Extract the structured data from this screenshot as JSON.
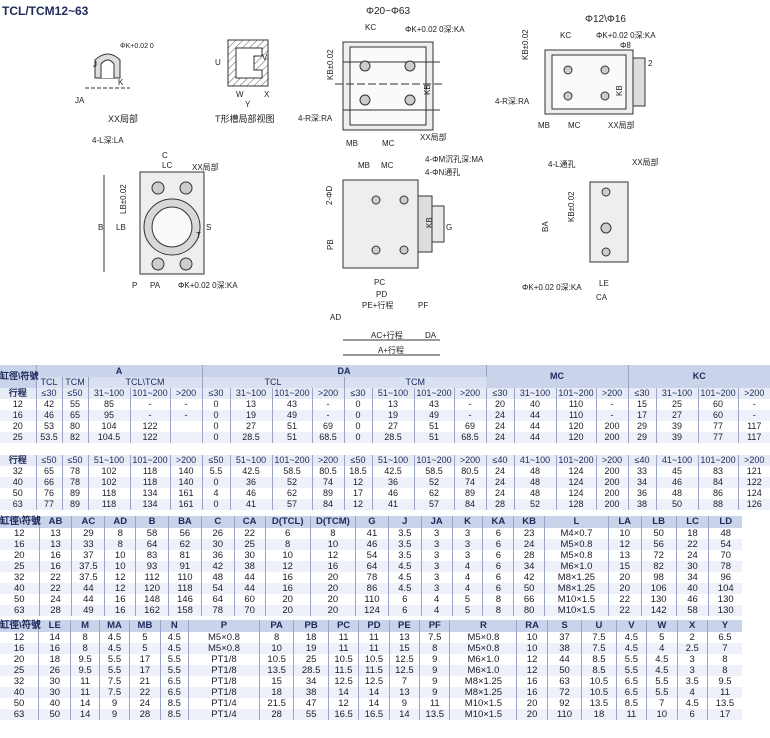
{
  "page_title": "TCL/TCM12~63",
  "drawings": {
    "xx_detail": {
      "label": "XX局部",
      "dims": [
        "J",
        "JA",
        "K",
        "ΦK+0.02 0"
      ]
    },
    "t_slot": {
      "label": "T形槽局部视图",
      "dims": [
        "U",
        "V",
        "W",
        "X",
        "Y"
      ]
    },
    "front_view": {
      "title": "Φ20~Φ63",
      "dims": [
        "KC",
        "ΦK+0.02 0深:KA",
        "KB±0.02",
        "KB",
        "4-R深:RA",
        "XX局部",
        "MB",
        "MC"
      ]
    },
    "small_front_view": {
      "title": "Φ12\\Φ16",
      "dims": [
        "KB±0.02",
        "KC",
        "ΦK+0.02 0深:KA",
        "Φ8",
        "2",
        "KB",
        "4-R深:RA",
        "XX局部",
        "MB",
        "MC"
      ]
    },
    "bottom_view": {
      "dims": [
        "4-L深:LA",
        "C",
        "LC",
        "XX局部",
        "B",
        "LB",
        "LB±0.02",
        "S",
        "T",
        "P",
        "PA",
        "ΦK+0.02 0深:KA"
      ]
    },
    "side_view": {
      "dims": [
        "MB",
        "MC",
        "4-ΦM沉孔深:MA",
        "4-ΦN通孔",
        "2-ΦD",
        "PB",
        "KB",
        "G",
        "PC",
        "PD",
        "PE+行程",
        "PF",
        "AD",
        "AC+行程",
        "DA",
        "A+行程"
      ]
    },
    "end_view": {
      "dims": [
        "4-L通孔",
        "XX局部",
        "BA",
        "KB±0.02",
        "LE",
        "CA",
        "ΦK+0.02 0深:KA"
      ]
    }
  },
  "table1": {
    "header_row1": [
      "缸徑\\符號",
      "A",
      "DA",
      "MC",
      "KC"
    ],
    "header_row2": [
      "",
      "TCL",
      "TCM",
      "TCL\\TCM",
      "TCL",
      "TCM"
    ],
    "header_row3": [
      "行程",
      "≤30",
      "≤50",
      "31~100",
      "101~200",
      ">200",
      "≤30",
      "31~100",
      "101~200",
      ">200",
      "≤30",
      "51~100",
      "101~200",
      ">200",
      "≤30",
      "31~100",
      "101~200",
      ">200",
      "≤30",
      "31~100",
      "101~200",
      ">200"
    ],
    "rows": [
      [
        "12",
        "42",
        "55",
        "85",
        "-",
        "-",
        "0",
        "13",
        "43",
        "-",
        "0",
        "13",
        "43",
        "-",
        "20",
        "40",
        "110",
        "-",
        "15",
        "25",
        "60",
        "-"
      ],
      [
        "16",
        "46",
        "65",
        "95",
        "-",
        "-",
        "0",
        "19",
        "49",
        "-",
        "0",
        "19",
        "49",
        "-",
        "24",
        "44",
        "110",
        "-",
        "17",
        "27",
        "60",
        "-"
      ],
      [
        "20",
        "53",
        "80",
        "104",
        "122",
        "",
        "0",
        "27",
        "51",
        "69",
        "0",
        "27",
        "51",
        "69",
        "24",
        "44",
        "120",
        "200",
        "29",
        "39",
        "77",
        "117"
      ],
      [
        "25",
        "53.5",
        "82",
        "104.5",
        "122",
        "",
        "0",
        "28.5",
        "51",
        "68.5",
        "0",
        "28.5",
        "51",
        "68.5",
        "24",
        "44",
        "120",
        "200",
        "29",
        "39",
        "77",
        "117"
      ]
    ]
  },
  "table2": {
    "header_row": [
      "行程",
      "≤50",
      "≤50",
      "51~100",
      "101~200",
      ">200",
      "≤50",
      "51~100",
      "101~200",
      ">200",
      "≤50",
      "51~100",
      "101~200",
      ">200",
      "≤40",
      "41~100",
      "101~200",
      ">200",
      "≤40",
      "41~100",
      "101~200",
      ">200"
    ],
    "rows": [
      [
        "32",
        "65",
        "78",
        "102",
        "118",
        "140",
        "5.5",
        "42.5",
        "58.5",
        "80.5",
        "18.5",
        "42.5",
        "58.5",
        "80.5",
        "24",
        "48",
        "124",
        "200",
        "33",
        "45",
        "83",
        "121"
      ],
      [
        "40",
        "66",
        "78",
        "102",
        "118",
        "140",
        "0",
        "36",
        "52",
        "74",
        "12",
        "36",
        "52",
        "74",
        "24",
        "48",
        "124",
        "200",
        "34",
        "46",
        "84",
        "122"
      ],
      [
        "50",
        "76",
        "89",
        "118",
        "134",
        "161",
        "4",
        "46",
        "62",
        "89",
        "17",
        "46",
        "62",
        "89",
        "24",
        "48",
        "124",
        "200",
        "36",
        "48",
        "86",
        "124"
      ],
      [
        "63",
        "77",
        "89",
        "118",
        "134",
        "161",
        "0",
        "41",
        "57",
        "84",
        "12",
        "41",
        "57",
        "84",
        "28",
        "52",
        "128",
        "200",
        "38",
        "50",
        "88",
        "126"
      ]
    ]
  },
  "table3": {
    "header": [
      "缸徑\\符號",
      "AB",
      "AC",
      "AD",
      "B",
      "BA",
      "C",
      "CA",
      "D(TCL)",
      "D(TCM)",
      "G",
      "J",
      "JA",
      "K",
      "KA",
      "KB",
      "L",
      "LA",
      "LB",
      "LC",
      "LD"
    ],
    "rows": [
      [
        "12",
        "13",
        "29",
        "8",
        "58",
        "56",
        "26",
        "22",
        "6",
        "8",
        "41",
        "3.5",
        "3",
        "3",
        "6",
        "23",
        "M4×0.7",
        "10",
        "50",
        "18",
        "48"
      ],
      [
        "16",
        "13",
        "33",
        "8",
        "64",
        "62",
        "30",
        "25",
        "8",
        "10",
        "46",
        "3.5",
        "3",
        "3",
        "6",
        "24",
        "M5×0.8",
        "12",
        "56",
        "22",
        "54"
      ],
      [
        "20",
        "16",
        "37",
        "10",
        "83",
        "81",
        "36",
        "30",
        "10",
        "12",
        "54",
        "3.5",
        "3",
        "3",
        "6",
        "28",
        "M5×0.8",
        "13",
        "72",
        "24",
        "70"
      ],
      [
        "25",
        "16",
        "37.5",
        "10",
        "93",
        "91",
        "42",
        "38",
        "12",
        "16",
        "64",
        "4.5",
        "3",
        "4",
        "6",
        "34",
        "M6×1.0",
        "15",
        "82",
        "30",
        "78"
      ],
      [
        "32",
        "22",
        "37.5",
        "12",
        "112",
        "110",
        "48",
        "44",
        "16",
        "20",
        "78",
        "4.5",
        "3",
        "4",
        "6",
        "42",
        "M8×1.25",
        "20",
        "98",
        "34",
        "96"
      ],
      [
        "40",
        "22",
        "44",
        "12",
        "120",
        "118",
        "54",
        "44",
        "16",
        "20",
        "86",
        "4.5",
        "3",
        "4",
        "6",
        "50",
        "M8×1.25",
        "20",
        "106",
        "40",
        "104"
      ],
      [
        "50",
        "24",
        "44",
        "16",
        "148",
        "146",
        "64",
        "60",
        "20",
        "20",
        "110",
        "6",
        "4",
        "5",
        "8",
        "66",
        "M10×1.5",
        "22",
        "130",
        "46",
        "130"
      ],
      [
        "63",
        "28",
        "49",
        "16",
        "162",
        "158",
        "78",
        "70",
        "20",
        "20",
        "124",
        "6",
        "4",
        "5",
        "8",
        "80",
        "M10×1.5",
        "22",
        "142",
        "58",
        "130"
      ]
    ]
  },
  "table4": {
    "header": [
      "缸徑\\符號",
      "LE",
      "M",
      "MA",
      "MB",
      "N",
      "P",
      "PA",
      "PB",
      "PC",
      "PD",
      "PE",
      "PF",
      "R",
      "RA",
      "S",
      "U",
      "V",
      "W",
      "X",
      "Y"
    ],
    "rows": [
      [
        "12",
        "14",
        "8",
        "4.5",
        "5",
        "4.5",
        "M5×0.8",
        "8",
        "18",
        "11",
        "11",
        "13",
        "7.5",
        "M5×0.8",
        "10",
        "37",
        "7.5",
        "4.5",
        "5",
        "2",
        "6.5"
      ],
      [
        "16",
        "16",
        "8",
        "4.5",
        "5",
        "4.5",
        "M5×0.8",
        "10",
        "19",
        "11",
        "11",
        "15",
        "8",
        "M5×0.8",
        "10",
        "38",
        "7.5",
        "4.5",
        "4",
        "2.5",
        "7"
      ],
      [
        "20",
        "18",
        "9.5",
        "5.5",
        "17",
        "5.5",
        "PT1/8",
        "10.5",
        "25",
        "10.5",
        "10.5",
        "12.5",
        "9",
        "M6×1.0",
        "12",
        "44",
        "8.5",
        "5.5",
        "4.5",
        "3",
        "8"
      ],
      [
        "25",
        "26",
        "9.5",
        "5.5",
        "17",
        "5.5",
        "PT1/8",
        "13.5",
        "28.5",
        "11.5",
        "11.5",
        "12.5",
        "9",
        "M6×1.0",
        "12",
        "50",
        "8.5",
        "5.5",
        "4.5",
        "3",
        "8"
      ],
      [
        "32",
        "30",
        "11",
        "7.5",
        "21",
        "6.5",
        "PT1/8",
        "15",
        "34",
        "12.5",
        "12.5",
        "7",
        "9",
        "M8×1.25",
        "16",
        "63",
        "10.5",
        "6.5",
        "5.5",
        "3.5",
        "9.5"
      ],
      [
        "40",
        "30",
        "11",
        "7.5",
        "22",
        "6.5",
        "PT1/8",
        "18",
        "38",
        "14",
        "14",
        "13",
        "9",
        "M8×1.25",
        "16",
        "72",
        "10.5",
        "6.5",
        "5.5",
        "4",
        "11"
      ],
      [
        "50",
        "40",
        "14",
        "9",
        "24",
        "8.5",
        "PT1/4",
        "21.5",
        "47",
        "12",
        "14",
        "9",
        "11",
        "M10×1.5",
        "20",
        "92",
        "13.5",
        "8.5",
        "7",
        "4.5",
        "13.5"
      ],
      [
        "63",
        "50",
        "14",
        "9",
        "28",
        "8.5",
        "PT1/4",
        "28",
        "55",
        "16.5",
        "16.5",
        "14",
        "13.5",
        "M10×1.5",
        "20",
        "110",
        "18",
        "11",
        "10",
        "6",
        "17"
      ]
    ]
  }
}
